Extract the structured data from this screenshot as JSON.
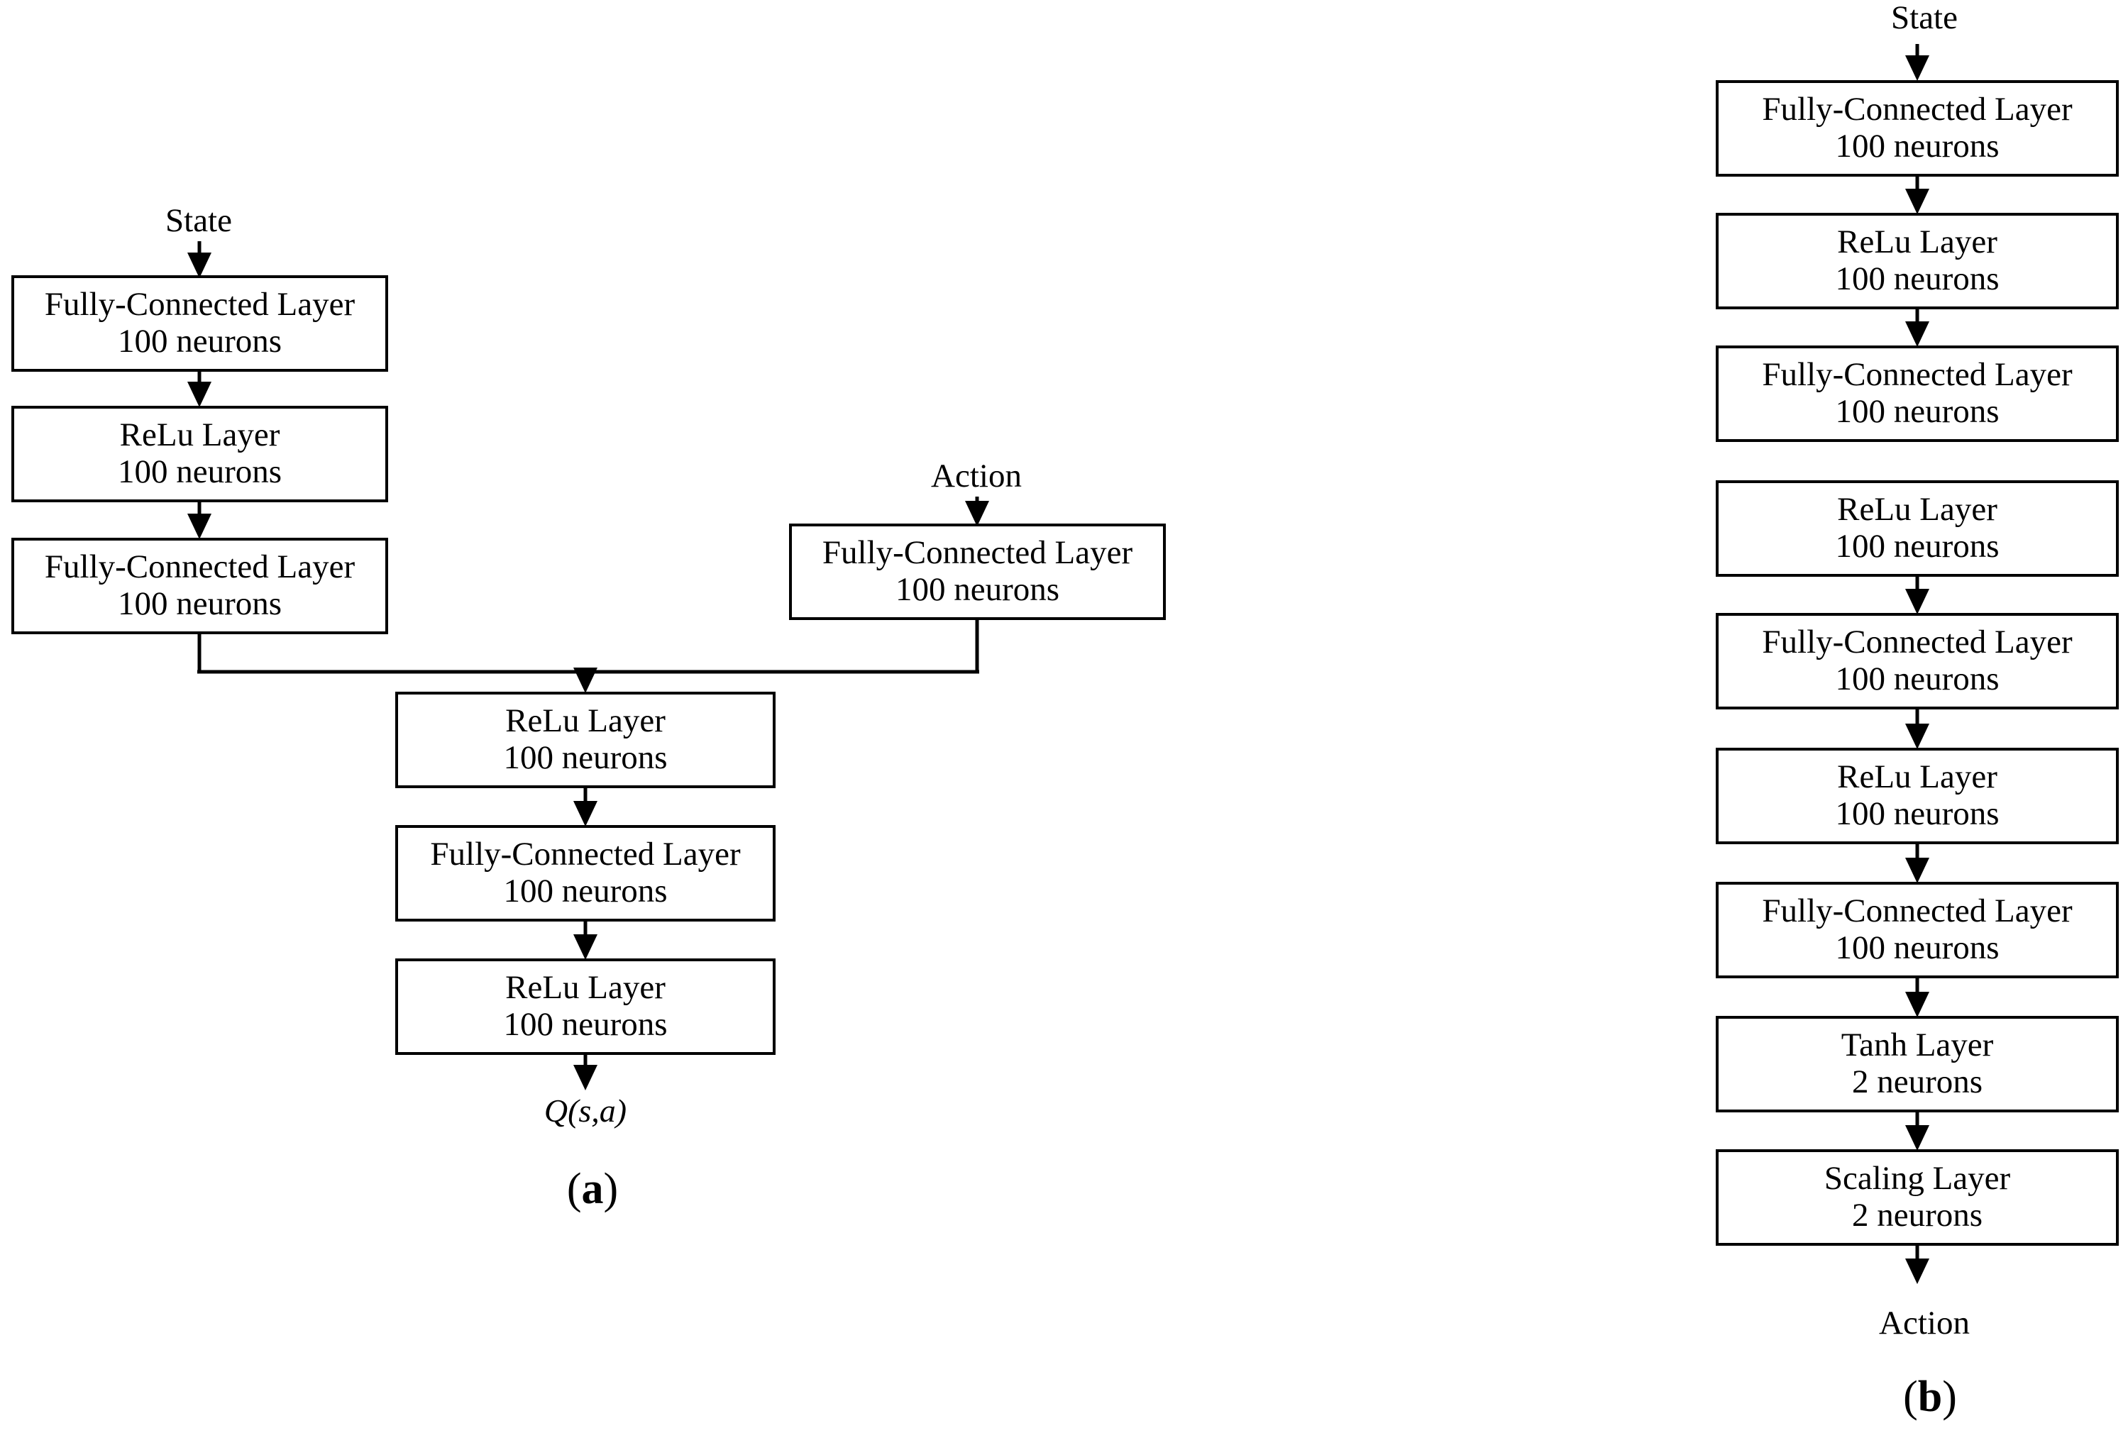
{
  "figure": {
    "panels": [
      {
        "id": "panel-a",
        "caption": "(a)",
        "caption_prefix": "(",
        "caption_letter": "a",
        "caption_suffix": ")",
        "input_labels": [
          "State",
          "Action"
        ],
        "output_label": "Q(s,a)",
        "output_label_parts": {
          "q": "Q",
          "open": "(",
          "s": "s",
          "comma": ",",
          "a": "a",
          "close": ")"
        },
        "branches": {
          "state_branch": [
            {
              "title": "Fully-Connected Layer",
              "neurons": "100 neurons"
            },
            {
              "title": "ReLu Layer",
              "neurons": "100 neurons"
            },
            {
              "title": "Fully-Connected Layer",
              "neurons": "100 neurons"
            }
          ],
          "action_branch": [
            {
              "title": "Fully-Connected Layer",
              "neurons": "100 neurons"
            }
          ],
          "merged_trunk": [
            {
              "title": "ReLu Layer",
              "neurons": "100 neurons"
            },
            {
              "title": "Fully-Connected Layer",
              "neurons": "100 neurons"
            },
            {
              "title": "ReLu Layer",
              "neurons": "100 neurons"
            }
          ]
        }
      },
      {
        "id": "panel-b",
        "caption": "(b)",
        "caption_prefix": "(",
        "caption_letter": "b",
        "caption_suffix": ")",
        "input_labels": [
          "State"
        ],
        "output_label": "Action",
        "stack": [
          {
            "title": "Fully-Connected Layer",
            "neurons": "100 neurons"
          },
          {
            "title": "ReLu Layer",
            "neurons": "100 neurons"
          },
          {
            "title": "Fully-Connected Layer",
            "neurons": "100 neurons"
          },
          {
            "title": "ReLu Layer",
            "neurons": "100 neurons"
          },
          {
            "title": "Fully-Connected Layer",
            "neurons": "100 neurons"
          },
          {
            "title": "ReLu Layer",
            "neurons": "100 neurons"
          },
          {
            "title": "Fully-Connected Layer",
            "neurons": "100 neurons"
          },
          {
            "title": "Tanh Layer",
            "neurons": "2 neurons"
          },
          {
            "title": "Scaling Layer",
            "neurons": "2 neurons"
          }
        ]
      }
    ],
    "colors": {
      "background": "#ffffff",
      "stroke": "#000000",
      "text": "#000000"
    }
  }
}
